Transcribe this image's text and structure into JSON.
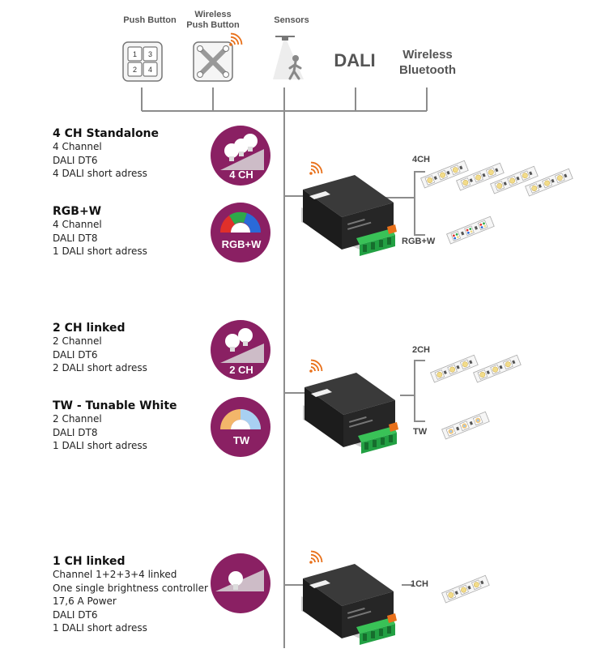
{
  "inputs": {
    "push_button": "Push Button",
    "wireless_push_button_l1": "Wireless",
    "wireless_push_button_l2": "Push Button",
    "sensors": "Sensors",
    "dali": "DALI",
    "wireless_bluetooth_l1": "Wireless",
    "wireless_bluetooth_l2": "Bluetooth",
    "keypad_keys": [
      "1",
      "3",
      "2",
      "4"
    ]
  },
  "modes": [
    {
      "title": "4 CH Standalone",
      "lines": [
        "4 Channel",
        "DALI DT6",
        "4 DALI short adress"
      ],
      "badge": "4 CH"
    },
    {
      "title": "RGB+W",
      "lines": [
        "4 Channel",
        "DALI DT8",
        "1 DALI short adress"
      ],
      "badge": "RGB+W"
    },
    {
      "title": "2 CH linked",
      "lines": [
        "2 Channel",
        "DALI DT6",
        "2 DALI short adress"
      ],
      "badge": "2 CH"
    },
    {
      "title": "TW - Tunable White",
      "lines": [
        "2 Channel",
        "DALI DT8",
        "1 DALI short adress"
      ],
      "badge": "TW"
    },
    {
      "title": "1 CH linked",
      "lines": [
        "Channel 1+2+3+4 linked",
        "One single  brightness controller",
        "17,6 A Power",
        "DALI DT6",
        "1 DALI short adress"
      ],
      "badge": ""
    }
  ],
  "outputs": {
    "out_4ch": "4CH",
    "out_rgbw": "RGB+W",
    "out_2ch": "2CH",
    "out_tw": "TW",
    "out_1ch": "1CH"
  },
  "colors": {
    "badge": "#8a2063",
    "line": "#8c8c8c",
    "wireless": "#e8701a",
    "terminal": "#2bb34a",
    "led": "#f2dc8a"
  }
}
